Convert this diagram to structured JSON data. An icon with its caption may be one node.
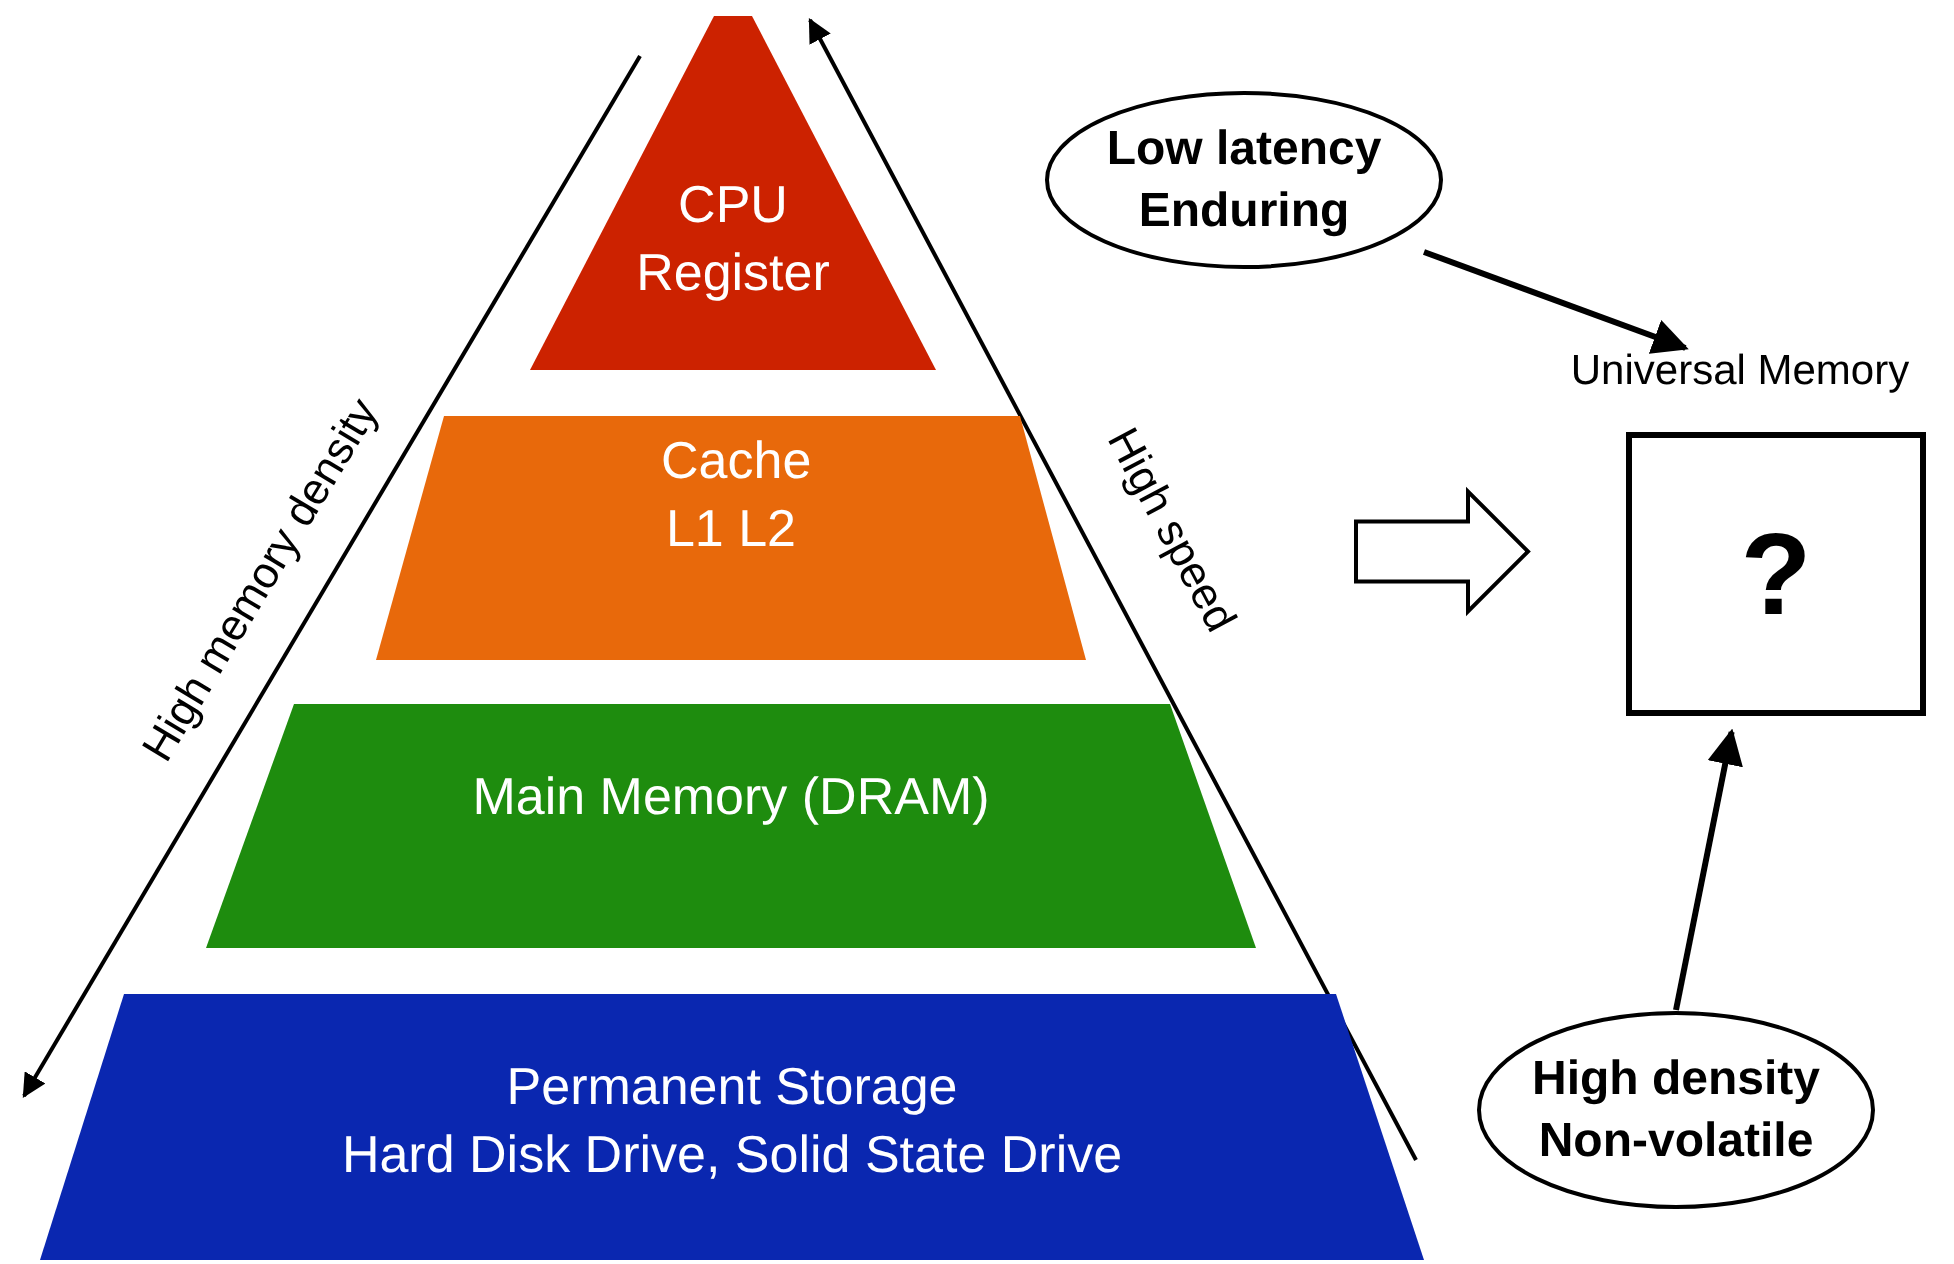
{
  "diagram": {
    "nodes": [
      {
        "text": [
          "CPU Register"
        ]
      },
      {
        "text": [
          "Cache L1 L2"
        ]
      },
      {
        "text": [
          "Main Memory (DRAM)"
        ]
      },
      {
        "text": [
          "Permanent Storage",
          "Hard Disk Drive, Solid State Drive"
        ]
      },
      {
        "text": [
          "Low latency Enduring"
        ]
      },
      {
        "text": [
          "Universal Memory",
          "?"
        ]
      },
      {
        "text": [
          "High density Non-volatile"
        ]
      }
    ],
    "edges": [
      {
        "from": 4,
        "to": 5,
        "arrow": "to"
      },
      {
        "from": 6,
        "to": 5,
        "arrow": "to"
      },
      {
        "from": null,
        "to": 5,
        "arrow": "to"
      }
    ],
    "labels": [
      "High memory density",
      "High speed"
    ]
  }
}
